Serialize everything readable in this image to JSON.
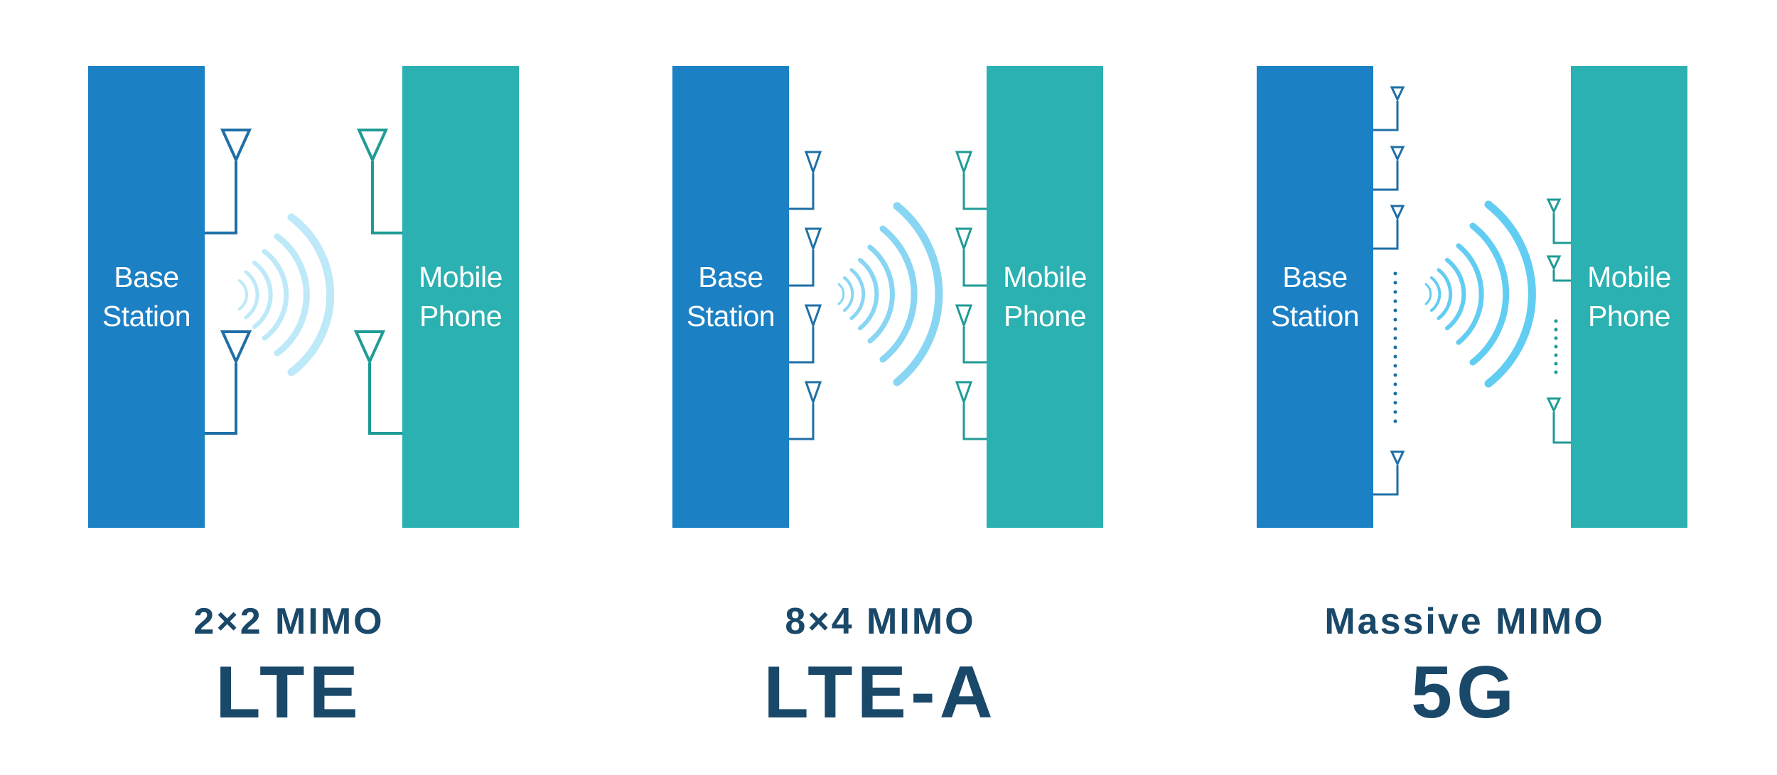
{
  "panels": [
    {
      "block_left": {
        "line1": "Base",
        "line2": "Station"
      },
      "block_right": {
        "line1": "Mobile",
        "line2": "Phone"
      },
      "mimo_label": "2×2 MIMO",
      "generation": "LTE",
      "colors": {
        "base": "#1c80c4",
        "mobile": "#2bb1b1",
        "waves": "#bde9f8"
      }
    },
    {
      "block_left": {
        "line1": "Base",
        "line2": "Station"
      },
      "block_right": {
        "line1": "Mobile",
        "line2": "Phone"
      },
      "mimo_label": "8×4 MIMO",
      "generation": "LTE-A",
      "colors": {
        "base": "#1c80c4",
        "mobile": "#2bb1b1",
        "waves": "#88d6f3"
      }
    },
    {
      "block_left": {
        "line1": "Base",
        "line2": "Station"
      },
      "block_right": {
        "line1": "Mobile",
        "line2": "Phone"
      },
      "mimo_label": "Massive MIMO",
      "generation": "5G",
      "colors": {
        "base": "#1c80c4",
        "mobile": "#2bb1b1",
        "waves": "#62cdf2"
      }
    }
  ],
  "colors": {
    "caption": "#1a4869",
    "antenna_base": "#1f6fa6",
    "antenna_mobile": "#1f9b95"
  }
}
